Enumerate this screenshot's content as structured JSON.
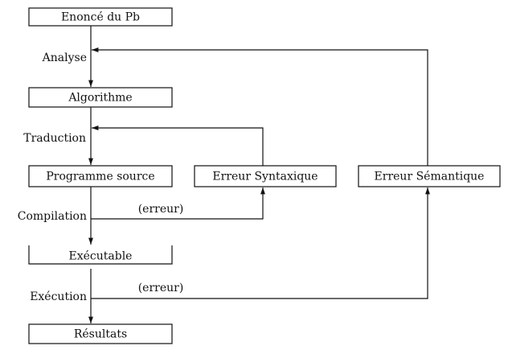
{
  "boxes": {
    "enonce": "Enoncé du Pb",
    "algorithme": "Algorithme",
    "programme_source": "Programme source",
    "erreur_syntaxique": "Erreur Syntaxique",
    "erreur_semantique": "Erreur Sémantique",
    "executable": "Exécutable",
    "resultats": "Résultats"
  },
  "edge_labels": {
    "analyse": "Analyse",
    "traduction": "Traduction",
    "compilation": "Compilation",
    "execution": "Exécution",
    "erreur_compilation": "(erreur)",
    "erreur_execution": "(erreur)"
  },
  "colors": {
    "stroke": "#111111",
    "background": "#ffffff"
  }
}
